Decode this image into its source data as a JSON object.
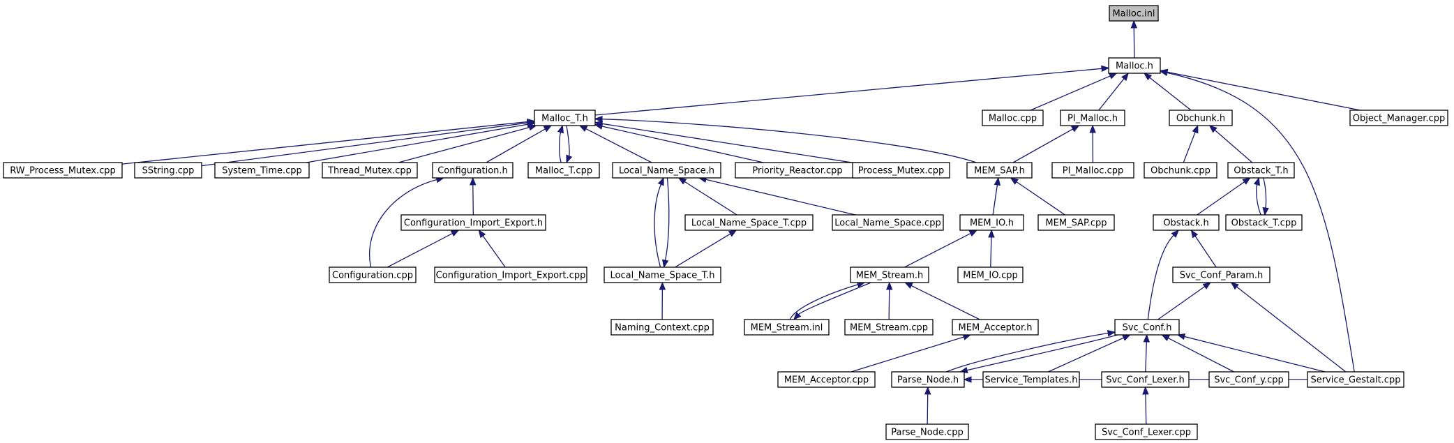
{
  "diagram": {
    "root": "Malloc.inl",
    "colors": {
      "edge": "#191970",
      "root_fill": "#bfbfbf",
      "node_fill": "#ffffff"
    },
    "nodes": [
      {
        "id": "n_malloc_inl",
        "label": "Malloc.inl"
      },
      {
        "id": "n_malloc_h",
        "label": "Malloc.h"
      },
      {
        "id": "n_malloc_T_h",
        "label": "Malloc_T.h"
      },
      {
        "id": "n_malloc_cpp",
        "label": "Malloc.cpp"
      },
      {
        "id": "n_pi_malloc_h",
        "label": "PI_Malloc.h"
      },
      {
        "id": "n_obchunk_h",
        "label": "Obchunk.h"
      },
      {
        "id": "n_object_manager",
        "label": "Object_Manager.cpp"
      },
      {
        "id": "n_rw_process_mutex",
        "label": "RW_Process_Mutex.cpp"
      },
      {
        "id": "n_sstring",
        "label": "SString.cpp"
      },
      {
        "id": "n_system_time",
        "label": "System_Time.cpp"
      },
      {
        "id": "n_thread_mutex",
        "label": "Thread_Mutex.cpp"
      },
      {
        "id": "n_configuration_h",
        "label": "Configuration.h"
      },
      {
        "id": "n_malloc_T_cpp",
        "label": "Malloc_T.cpp"
      },
      {
        "id": "n_lns_h",
        "label": "Local_Name_Space.h"
      },
      {
        "id": "n_priority_reactor",
        "label": "Priority_Reactor.cpp"
      },
      {
        "id": "n_process_mutex",
        "label": "Process_Mutex.cpp"
      },
      {
        "id": "n_mem_sap_h",
        "label": "MEM_SAP.h"
      },
      {
        "id": "n_pi_malloc_cpp",
        "label": "PI_Malloc.cpp"
      },
      {
        "id": "n_obchunk_cpp",
        "label": "Obchunk.cpp"
      },
      {
        "id": "n_obstack_T_h",
        "label": "Obstack_T.h"
      },
      {
        "id": "n_config_ie_h",
        "label": "Configuration_Import_Export.h"
      },
      {
        "id": "n_lns_T_cpp",
        "label": "Local_Name_Space_T.cpp"
      },
      {
        "id": "n_lns_cpp",
        "label": "Local_Name_Space.cpp"
      },
      {
        "id": "n_mem_io_h",
        "label": "MEM_IO.h"
      },
      {
        "id": "n_mem_sap_cpp",
        "label": "MEM_SAP.cpp"
      },
      {
        "id": "n_obstack_h",
        "label": "Obstack.h"
      },
      {
        "id": "n_obstack_T_cpp",
        "label": "Obstack_T.cpp"
      },
      {
        "id": "n_configuration_cpp",
        "label": "Configuration.cpp"
      },
      {
        "id": "n_config_ie_cpp",
        "label": "Configuration_Import_Export.cpp"
      },
      {
        "id": "n_lns_T_h",
        "label": "Local_Name_Space_T.h"
      },
      {
        "id": "n_mem_stream_h",
        "label": "MEM_Stream.h"
      },
      {
        "id": "n_mem_io_cpp",
        "label": "MEM_IO.cpp"
      },
      {
        "id": "n_svc_conf_param_h",
        "label": "Svc_Conf_Param.h"
      },
      {
        "id": "n_naming_context",
        "label": "Naming_Context.cpp"
      },
      {
        "id": "n_mem_stream_inl",
        "label": "MEM_Stream.inl"
      },
      {
        "id": "n_mem_stream_cpp",
        "label": "MEM_Stream.cpp"
      },
      {
        "id": "n_mem_acceptor_h",
        "label": "MEM_Acceptor.h"
      },
      {
        "id": "n_svc_conf_h",
        "label": "Svc_Conf.h"
      },
      {
        "id": "n_mem_acceptor_cpp",
        "label": "MEM_Acceptor.cpp"
      },
      {
        "id": "n_parse_node_h",
        "label": "Parse_Node.h"
      },
      {
        "id": "n_service_templates",
        "label": "Service_Templates.h"
      },
      {
        "id": "n_svc_conf_lexer_h",
        "label": "Svc_Conf_Lexer.h"
      },
      {
        "id": "n_svc_conf_y",
        "label": "Svc_Conf_y.cpp"
      },
      {
        "id": "n_service_gestalt",
        "label": "Service_Gestalt.cpp"
      },
      {
        "id": "n_parse_node_cpp",
        "label": "Parse_Node.cpp"
      },
      {
        "id": "n_svc_conf_lexer_cpp",
        "label": "Svc_Conf_Lexer.cpp"
      }
    ],
    "edges": [
      {
        "from": "n_malloc_h",
        "to": "n_malloc_inl"
      },
      {
        "from": "n_malloc_T_h",
        "to": "n_malloc_h"
      },
      {
        "from": "n_malloc_cpp",
        "to": "n_malloc_h"
      },
      {
        "from": "n_pi_malloc_h",
        "to": "n_malloc_h"
      },
      {
        "from": "n_obchunk_h",
        "to": "n_malloc_h"
      },
      {
        "from": "n_object_manager",
        "to": "n_malloc_h"
      },
      {
        "from": "n_service_gestalt",
        "to": "n_malloc_h"
      },
      {
        "from": "n_rw_process_mutex",
        "to": "n_malloc_T_h"
      },
      {
        "from": "n_sstring",
        "to": "n_malloc_T_h"
      },
      {
        "from": "n_system_time",
        "to": "n_malloc_T_h"
      },
      {
        "from": "n_thread_mutex",
        "to": "n_malloc_T_h"
      },
      {
        "from": "n_configuration_h",
        "to": "n_malloc_T_h"
      },
      {
        "from": "n_malloc_T_cpp",
        "to": "n_malloc_T_h"
      },
      {
        "from": "n_malloc_T_h",
        "to": "n_malloc_T_cpp"
      },
      {
        "from": "n_lns_h",
        "to": "n_malloc_T_h"
      },
      {
        "from": "n_priority_reactor",
        "to": "n_malloc_T_h"
      },
      {
        "from": "n_process_mutex",
        "to": "n_malloc_T_h"
      },
      {
        "from": "n_mem_sap_h",
        "to": "n_malloc_T_h"
      },
      {
        "from": "n_mem_sap_h",
        "to": "n_pi_malloc_h"
      },
      {
        "from": "n_pi_malloc_cpp",
        "to": "n_pi_malloc_h"
      },
      {
        "from": "n_obchunk_cpp",
        "to": "n_obchunk_h"
      },
      {
        "from": "n_obstack_T_h",
        "to": "n_obchunk_h"
      },
      {
        "from": "n_config_ie_h",
        "to": "n_configuration_h"
      },
      {
        "from": "n_configuration_cpp",
        "to": "n_configuration_h"
      },
      {
        "from": "n_configuration_cpp",
        "to": "n_config_ie_h"
      },
      {
        "from": "n_config_ie_cpp",
        "to": "n_config_ie_h"
      },
      {
        "from": "n_lns_T_cpp",
        "to": "n_lns_h"
      },
      {
        "from": "n_lns_cpp",
        "to": "n_lns_h"
      },
      {
        "from": "n_lns_T_h",
        "to": "n_lns_h"
      },
      {
        "from": "n_lns_h",
        "to": "n_lns_T_h"
      },
      {
        "from": "n_lns_T_h",
        "to": "n_lns_T_cpp"
      },
      {
        "from": "n_naming_context",
        "to": "n_lns_T_h"
      },
      {
        "from": "n_mem_io_h",
        "to": "n_mem_sap_h"
      },
      {
        "from": "n_mem_sap_cpp",
        "to": "n_mem_sap_h"
      },
      {
        "from": "n_obstack_h",
        "to": "n_obstack_T_h"
      },
      {
        "from": "n_obstack_T_cpp",
        "to": "n_obstack_T_h"
      },
      {
        "from": "n_obstack_T_h",
        "to": "n_obstack_T_cpp"
      },
      {
        "from": "n_mem_stream_h",
        "to": "n_mem_io_h"
      },
      {
        "from": "n_mem_io_cpp",
        "to": "n_mem_io_h"
      },
      {
        "from": "n_svc_conf_param_h",
        "to": "n_obstack_h"
      },
      {
        "from": "n_svc_conf_h",
        "to": "n_obstack_h"
      },
      {
        "from": "n_mem_stream_inl",
        "to": "n_mem_stream_h"
      },
      {
        "from": "n_mem_stream_h",
        "to": "n_mem_stream_inl"
      },
      {
        "from": "n_mem_stream_cpp",
        "to": "n_mem_stream_h"
      },
      {
        "from": "n_mem_acceptor_h",
        "to": "n_mem_stream_h"
      },
      {
        "from": "n_svc_conf_h",
        "to": "n_svc_conf_param_h"
      },
      {
        "from": "n_service_gestalt",
        "to": "n_svc_conf_param_h"
      },
      {
        "from": "n_mem_acceptor_cpp",
        "to": "n_mem_acceptor_h"
      },
      {
        "from": "n_parse_node_h",
        "to": "n_svc_conf_h"
      },
      {
        "from": "n_svc_conf_h",
        "to": "n_parse_node_h"
      },
      {
        "from": "n_service_templates",
        "to": "n_svc_conf_h"
      },
      {
        "from": "n_svc_conf_lexer_h",
        "to": "n_svc_conf_h"
      },
      {
        "from": "n_svc_conf_y",
        "to": "n_svc_conf_h"
      },
      {
        "from": "n_service_gestalt",
        "to": "n_svc_conf_h"
      },
      {
        "from": "n_service_gestalt",
        "to": "n_parse_node_h"
      },
      {
        "from": "n_parse_node_cpp",
        "to": "n_parse_node_h"
      },
      {
        "from": "n_svc_conf_lexer_cpp",
        "to": "n_svc_conf_lexer_h"
      }
    ]
  }
}
